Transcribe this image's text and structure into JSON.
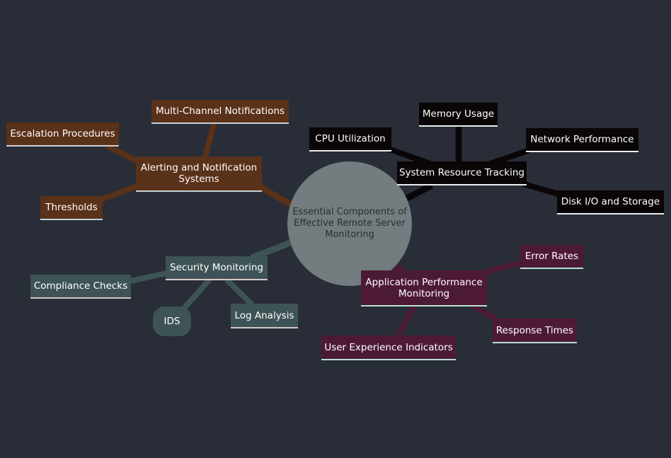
{
  "mindmap": {
    "root": "Essential Components of Effective Remote Server Monitoring",
    "branches": [
      {
        "label": "Alerting and Notification Systems",
        "color": "#5a3119",
        "children": [
          "Multi-Channel Notifications",
          "Escalation Procedures",
          "Thresholds"
        ]
      },
      {
        "label": "System Resource Tracking",
        "color": "#0a0506",
        "children": [
          "Memory Usage",
          "CPU Utilization",
          "Network Performance",
          "Disk I/O and Storage"
        ]
      },
      {
        "label": "Security Monitoring",
        "color": "#3e5355",
        "children": [
          "Compliance Checks",
          "IDS",
          "Log Analysis"
        ]
      },
      {
        "label": "Application Performance Monitoring",
        "color": "#4d1a36",
        "children": [
          "Error Rates",
          "Response Times",
          "User Experience Indicators"
        ]
      }
    ]
  }
}
